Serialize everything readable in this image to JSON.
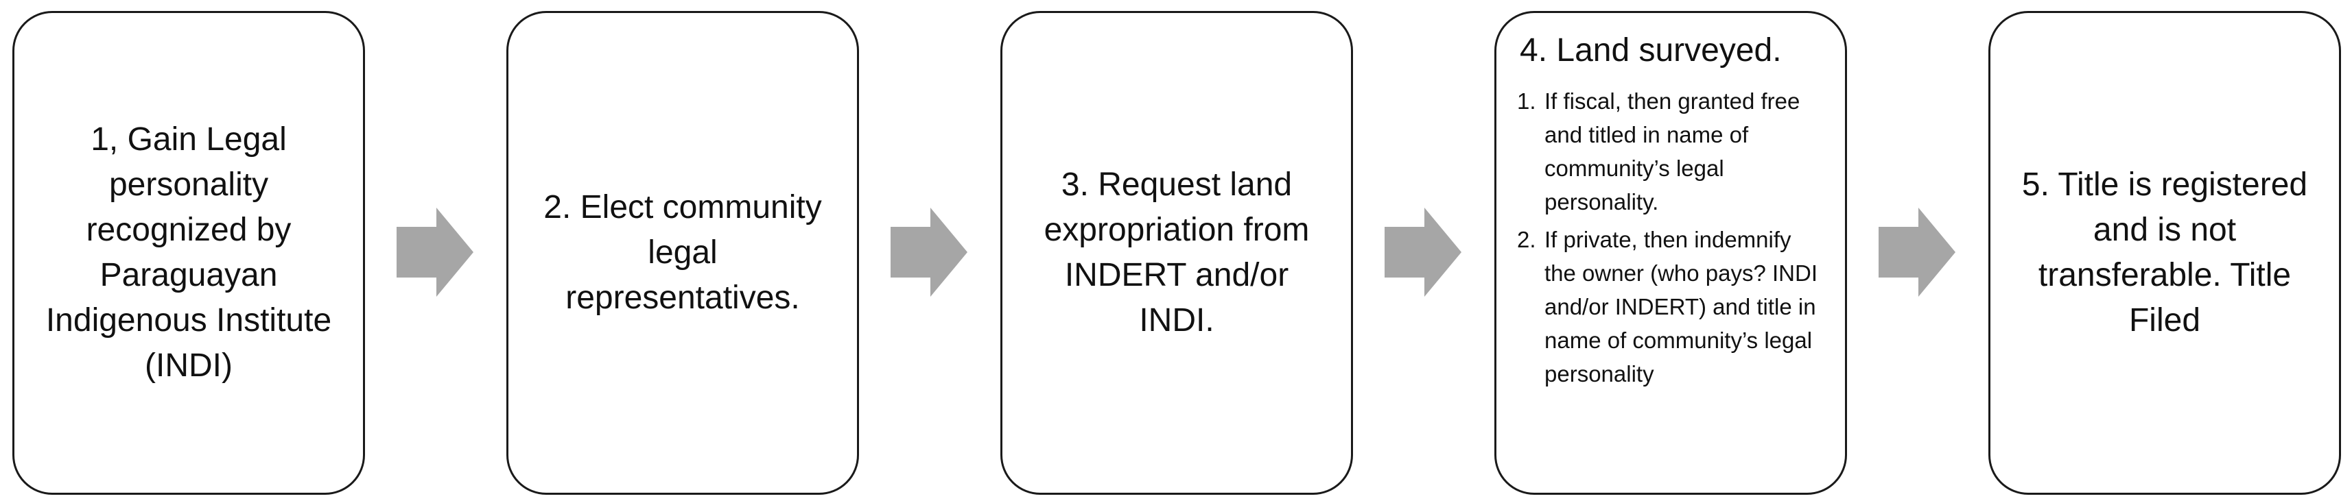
{
  "steps": [
    {
      "text": "1, Gain Legal personality recognized by Paraguayan Indigenous Institute (INDI)"
    },
    {
      "text": "2. Elect community legal representatives."
    },
    {
      "text": "3. Request land expropriation from INDERT and/or INDI."
    },
    {
      "title": "4. Land surveyed.",
      "items": [
        {
          "number": "1.",
          "text": "If fiscal, then granted free and titled in name of community’s legal personality."
        },
        {
          "number": "2.",
          "text": "If private, then indemnify the owner (who pays? INDI and/or INDERT) and title in name of community’s legal personality"
        }
      ]
    },
    {
      "text": "5. Title is registered and is not transferable. Title Filed"
    }
  ],
  "colors": {
    "box_border": "#1a1a1a",
    "arrow_fill": "#a6a6a6",
    "background": "#ffffff"
  },
  "icons": {
    "connector": "right-arrow-icon"
  }
}
